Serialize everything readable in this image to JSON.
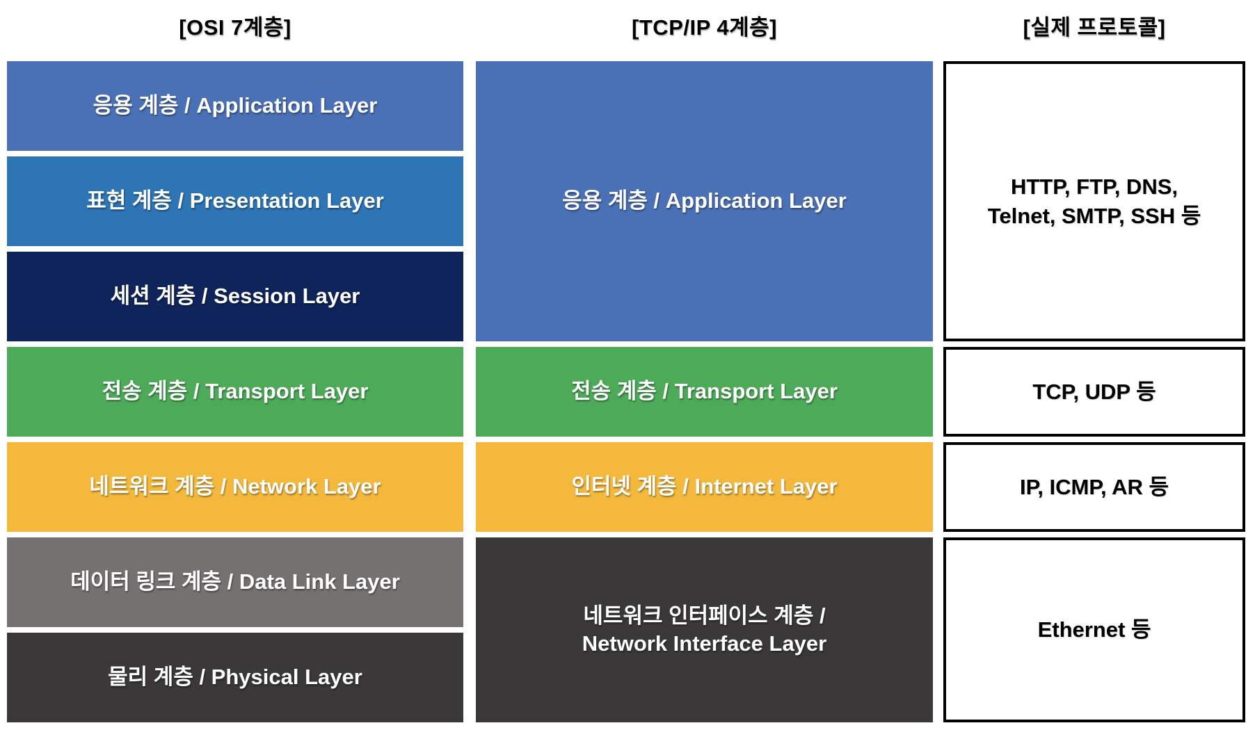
{
  "headers": {
    "osi": "[OSI 7계층]",
    "tcpip": "[TCP/IP 4계층]",
    "protocols": "[실제 프로토콜]"
  },
  "colors": {
    "app_blue": "#4A70B6",
    "presentation_blue": "#2E75B6",
    "session_navy": "#10245C",
    "transport_green": "#4CAA58",
    "network_amber": "#F4B93C",
    "datalink_gray": "#767171",
    "physical_dark": "#3A3838",
    "cell_text": "#FFFFFF",
    "header_text": "#000000",
    "proto_box_border": "#000000",
    "proto_box_bg": "#FFFFFF"
  },
  "osi_layers": [
    {
      "label": "응용 계층 / Application Layer",
      "color": "#4A70B6"
    },
    {
      "label": "표현 계층 / Presentation Layer",
      "color": "#2E75B6"
    },
    {
      "label": "세션 계층 / Session Layer",
      "color": "#10245C"
    },
    {
      "label": "전송 계층 / Transport Layer",
      "color": "#4CAA58"
    },
    {
      "label": "네트워크 계층 / Network Layer",
      "color": "#F4B93C"
    },
    {
      "label": "데이터 링크 계층 / Data Link Layer",
      "color": "#767171"
    },
    {
      "label": "물리 계층 / Physical Layer",
      "color": "#3A3838"
    }
  ],
  "tcpip_layers": [
    {
      "label": "응용 계층 / Application Layer",
      "color": "#4A70B6"
    },
    {
      "label": "전송 계층 / Transport Layer",
      "color": "#4CAA58"
    },
    {
      "label": "인터넷 계층 / Internet Layer",
      "color": "#F4B93C"
    },
    {
      "line1": "네트워크 인터페이스 계층 /",
      "line2": "Network Interface Layer",
      "color": "#3A3838"
    }
  ],
  "protocol_boxes": [
    {
      "line1": "HTTP, FTP, DNS,",
      "line2": "Telnet, SMTP, SSH 등"
    },
    {
      "line1": "TCP, UDP 등"
    },
    {
      "line1": "IP, ICMP, AR 등"
    },
    {
      "line1": "Ethernet 등"
    }
  ]
}
